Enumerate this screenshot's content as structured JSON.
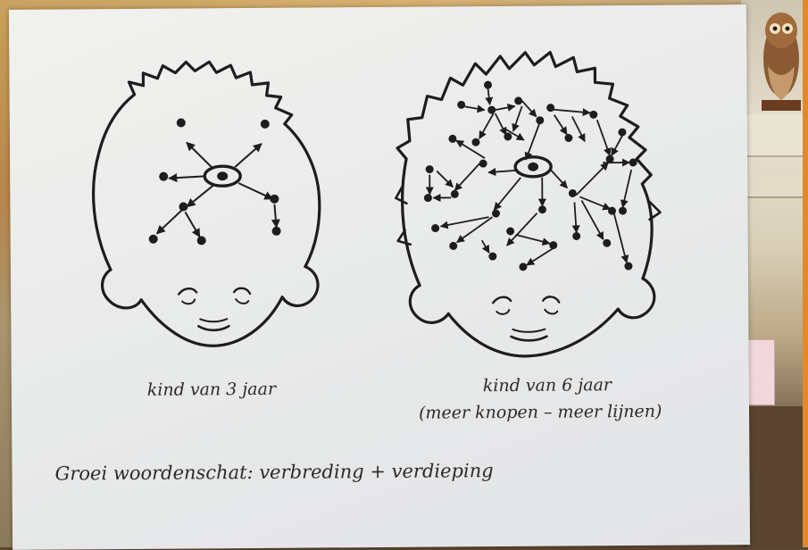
{
  "figure": {
    "left_caption": "kind van 3 jaar",
    "right_caption_line1": "kind van 6 jaar",
    "right_caption_line2": "(meer knopen – meer lijnen)",
    "footer": "Groei woordenschat: verbreding + verdieping"
  },
  "colors": {
    "ink": "#1d1d1d",
    "paper": "#ececea",
    "background_wood": "#5a4632",
    "right_edge_accent": "#e08a2e"
  }
}
